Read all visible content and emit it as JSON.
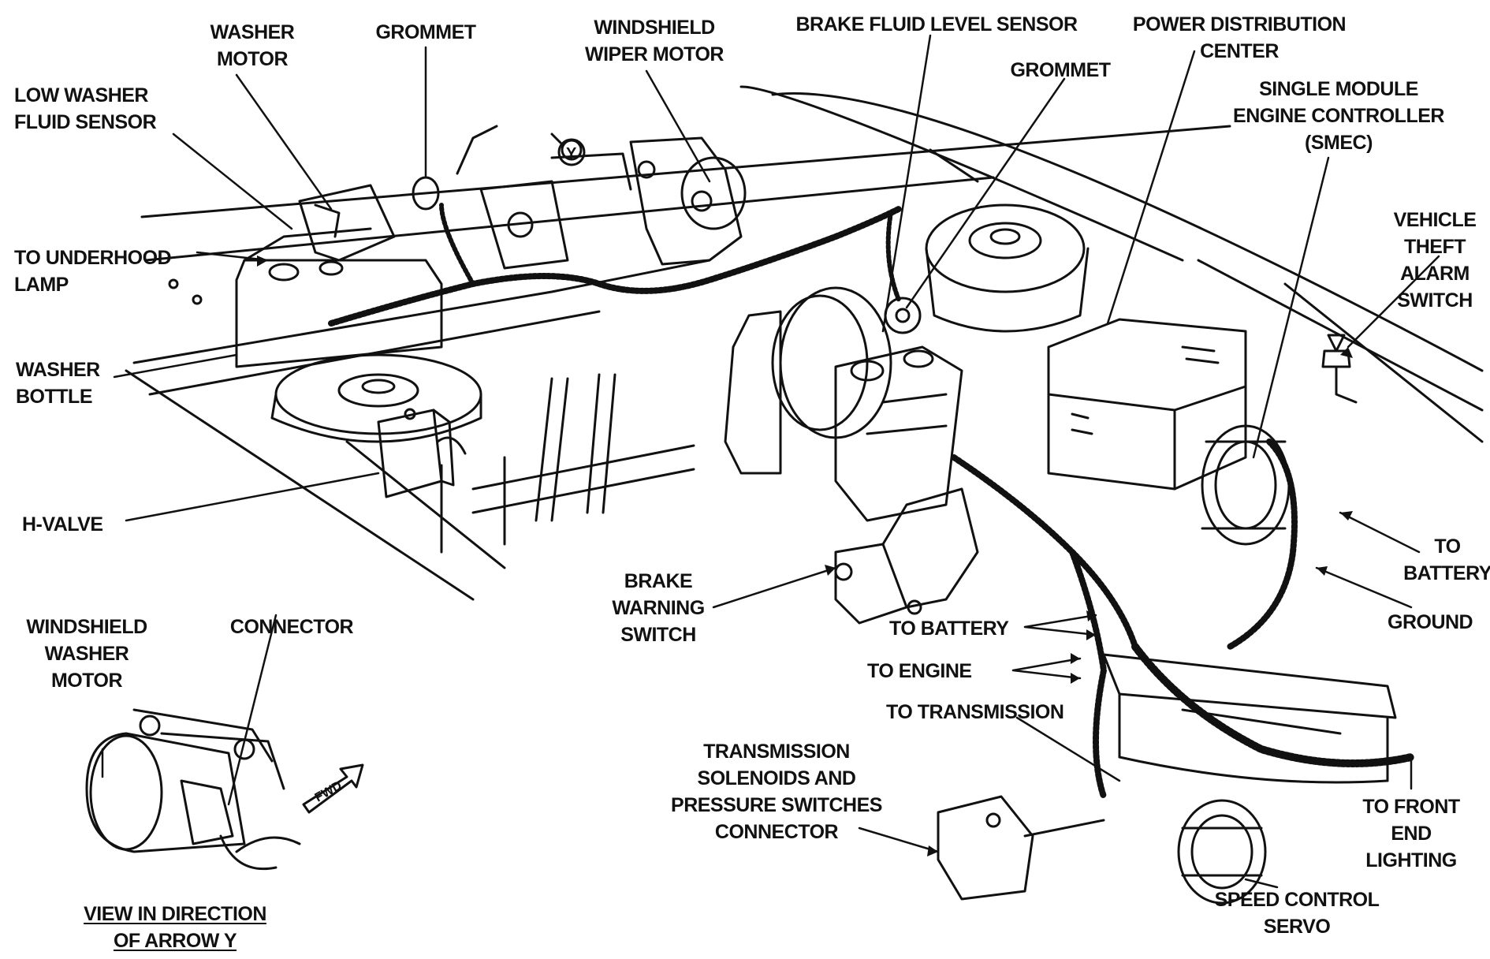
{
  "labels": {
    "washer_motor": "WASHER\nMOTOR",
    "grommet_left": "GROMMET",
    "windshield_wiper_motor": "WINDSHIELD\nWIPER MOTOR",
    "brake_fluid_level_sensor": "BRAKE FLUID LEVEL SENSOR",
    "power_distribution_center": "POWER DISTRIBUTION\nCENTER",
    "grommet_right": "GROMMET",
    "low_washer_fluid_sensor": "LOW WASHER\nFLUID SENSOR",
    "smec": "SINGLE MODULE\nENGINE CONTROLLER\n(SMEC)",
    "vehicle_theft_alarm_switch": "VEHICLE\nTHEFT\nALARM\nSWITCH",
    "to_underhood_lamp": "TO UNDERHOOD\nLAMP",
    "washer_bottle": "WASHER\nBOTTLE",
    "h_valve": "H-VALVE",
    "to_battery_right": "TO\nBATTERY",
    "brake_warning_switch": "BRAKE\nWARNING\nSWITCH",
    "to_battery_center": "TO BATTERY",
    "ground": "GROUND",
    "to_engine": "TO ENGINE",
    "to_transmission": "TO TRANSMISSION",
    "windshield_washer_motor": "WINDSHIELD\nWASHER\nMOTOR",
    "connector": "CONNECTOR",
    "transmission_connector": "TRANSMISSION\nSOLENOIDS AND\nPRESSURE SWITCHES\nCONNECTOR",
    "to_front_end_lighting": "TO FRONT\nEND\nLIGHTING",
    "speed_control_servo": "SPEED CONTROL\nSERVO",
    "view_in_direction": "VIEW IN DIRECTION\nOF ARROW Y",
    "fwd": "FWD",
    "arrow_y": "Y"
  },
  "colors": {
    "ink": "#111111",
    "paper": "#ffffff"
  }
}
